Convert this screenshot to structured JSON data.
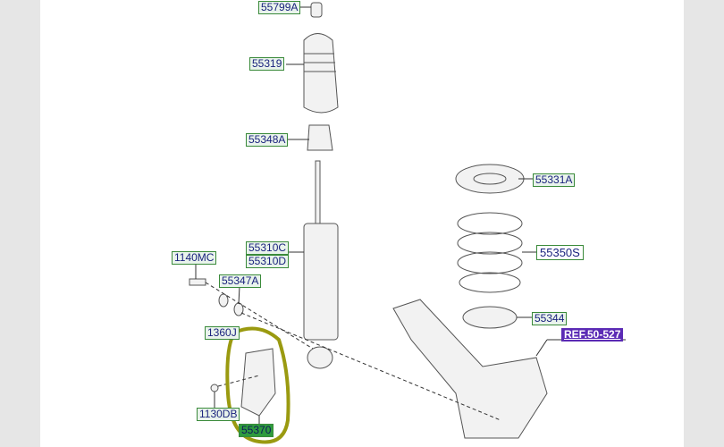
{
  "labels": {
    "p55799A": "55799A",
    "p55319": "55319",
    "p55348A": "55348A",
    "p55310C": "55310C",
    "p55310D": "55310D",
    "p1140MC": "1140MC",
    "p55347A": "55347A",
    "p1360J": "1360J",
    "p1130DB": "1130DB",
    "p55370": "55370",
    "p55331A": "55331A",
    "p55350S": "55350S",
    "p55344": "55344",
    "ref": "REF.50-527"
  },
  "colors": {
    "highlight_circle": "#9a9a10",
    "selected_label": "#2e9b3e",
    "ref_label": "#5b2bb5"
  }
}
